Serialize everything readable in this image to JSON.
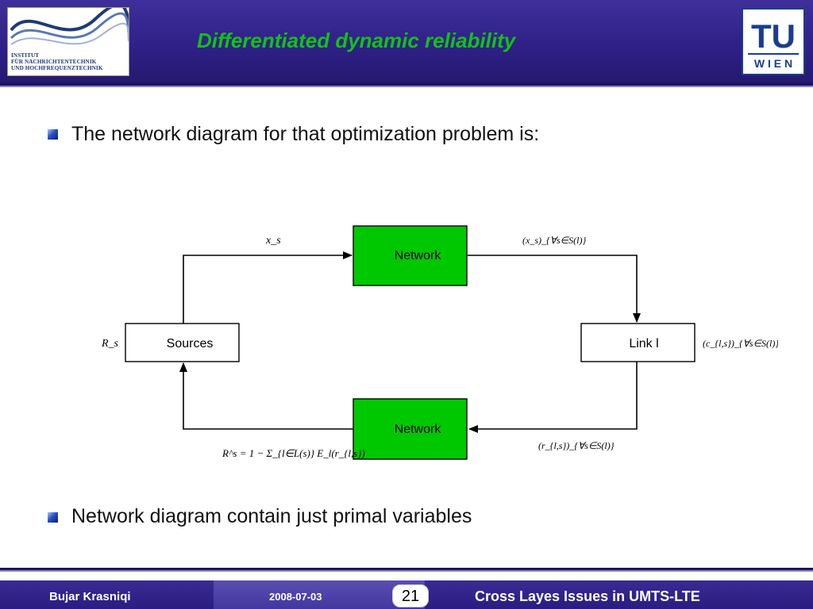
{
  "header": {
    "title": "Differentiated dynamic reliability",
    "institute_lines": [
      "INSTITUT",
      "FÜR NACHRICHTENTECHNIK",
      "UND HOCHFREQUENZTECHNIK"
    ],
    "tu_logo_top": "TU",
    "tu_logo_bottom": "W I E N"
  },
  "content": {
    "bullet1": "The network diagram for that optimization problem is:",
    "bullet2": "Network diagram contain just primal variables"
  },
  "diagram": {
    "nodes": {
      "network_top": "Network",
      "network_bottom": "Network",
      "sources": "Sources",
      "link": "Link l"
    },
    "labels": {
      "x_s": "x_s",
      "x_s_set": "(x_s)_{∀s∈S(l)}",
      "R_s": "R_s",
      "c_ls_set": "(c_{l,s})_{∀s∈S(l)}",
      "r_ls_set": "(r_{l,s})_{∀s∈S(l)}",
      "R_formula": "R^s = 1 − Σ_{l∈L(s)} E_l(r_{l,s})"
    },
    "colors": {
      "network_fill": "#00c800"
    }
  },
  "footer": {
    "author": "Bujar Krasniqi",
    "date": "2008-07-03",
    "page": "21",
    "course": "Cross Layes Issues in UMTS-LTE"
  }
}
